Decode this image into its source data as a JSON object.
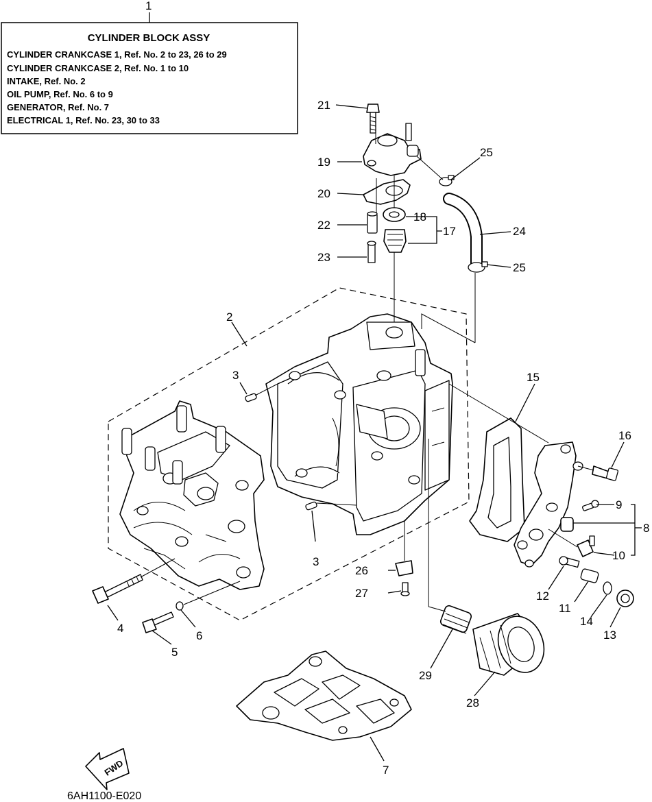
{
  "info_box": {
    "callout": "1",
    "title": "CYLINDER  BLOCK ASSY",
    "lines": [
      "CYLINDER CRANKCASE 1,  Ref. No. 2 to 23,  26 to 29",
      "CYLINDER CRANKCASE 2,  Ref. No. 1 to 10",
      "INTAKE,  Ref. No. 2",
      "OIL PUMP,  Ref. No. 6 to 9",
      "GENERATOR,   Ref. No. 7",
      "ELECTRICAL 1,  Ref. No. 23, 30 to 33"
    ]
  },
  "callouts": {
    "c2": "2",
    "c3a": "3",
    "c3b": "3",
    "c4": "4",
    "c5": "5",
    "c6": "6",
    "c7": "7",
    "c8": "8",
    "c9": "9",
    "c10": "10",
    "c11": "11",
    "c12": "12",
    "c13": "13",
    "c14": "14",
    "c15": "15",
    "c16": "16",
    "c17": "17",
    "c18": "18",
    "c19": "19",
    "c20": "20",
    "c21": "21",
    "c22": "22",
    "c23": "23",
    "c24": "24",
    "c25a": "25",
    "c25b": "25",
    "c26": "26",
    "c27": "27",
    "c28": "28",
    "c29": "29"
  },
  "fwd_label": "FWD",
  "drawing_code": "6AH1100-E020"
}
